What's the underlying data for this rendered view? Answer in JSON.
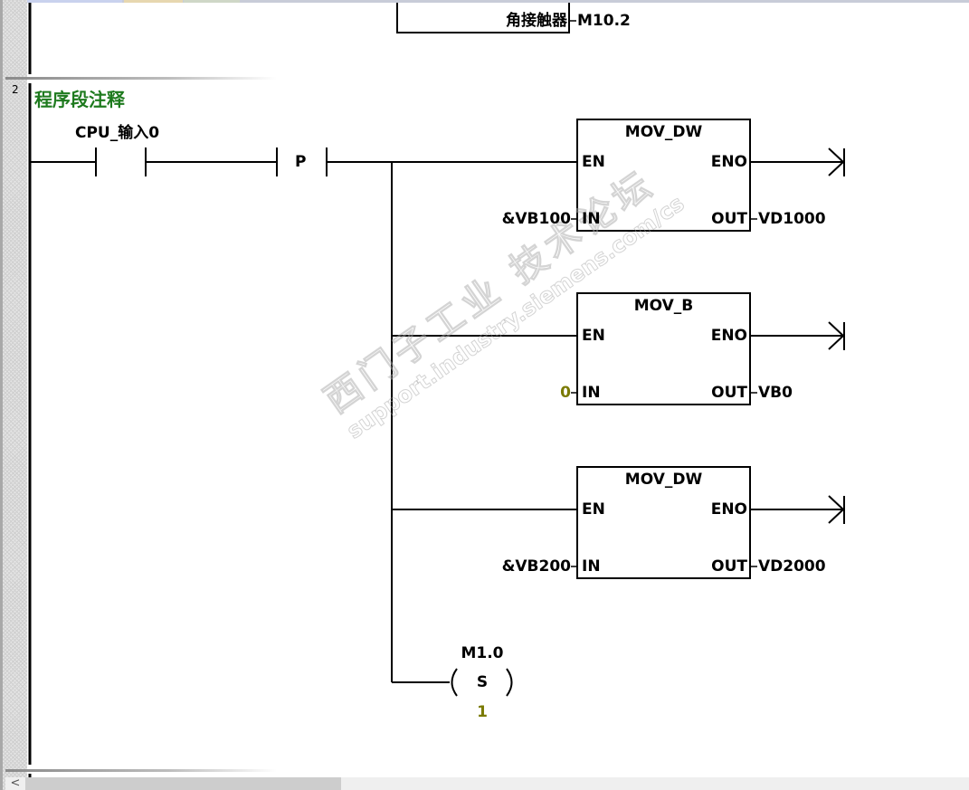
{
  "editor": {
    "previous_network": {
      "box_output_pin_label": "角接触器",
      "box_output_operand": "M10.2"
    },
    "network": {
      "number": "2",
      "comment_title": "程序段注释",
      "contact": {
        "operand": "CPU_输入0",
        "type": "normally-open"
      },
      "edge_detector": {
        "label": "P"
      },
      "boxes": [
        {
          "name": "MOV_DW",
          "en": "EN",
          "eno": "ENO",
          "in": "IN",
          "out": "OUT",
          "in_operand": "&VB100",
          "in_is_constant": false,
          "out_operand": "VD1000"
        },
        {
          "name": "MOV_B",
          "en": "EN",
          "eno": "ENO",
          "in": "IN",
          "out": "OUT",
          "in_operand": "0",
          "in_is_constant": true,
          "out_operand": "VB0"
        },
        {
          "name": "MOV_DW",
          "en": "EN",
          "eno": "ENO",
          "in": "IN",
          "out": "OUT",
          "in_operand": "&VB200",
          "in_is_constant": false,
          "out_operand": "VD2000"
        }
      ],
      "coil": {
        "operand": "M1.0",
        "type": "S",
        "count": "1"
      }
    },
    "watermark": {
      "line1": "西门子工业 技术论坛",
      "line2": "support.industry.siemens.com/cs"
    },
    "scrollbar": {
      "left_arrow": "<"
    },
    "colors": {
      "comment_title": "#1e7a1e",
      "constant": "#7a7a00",
      "wire": "#000000"
    }
  }
}
